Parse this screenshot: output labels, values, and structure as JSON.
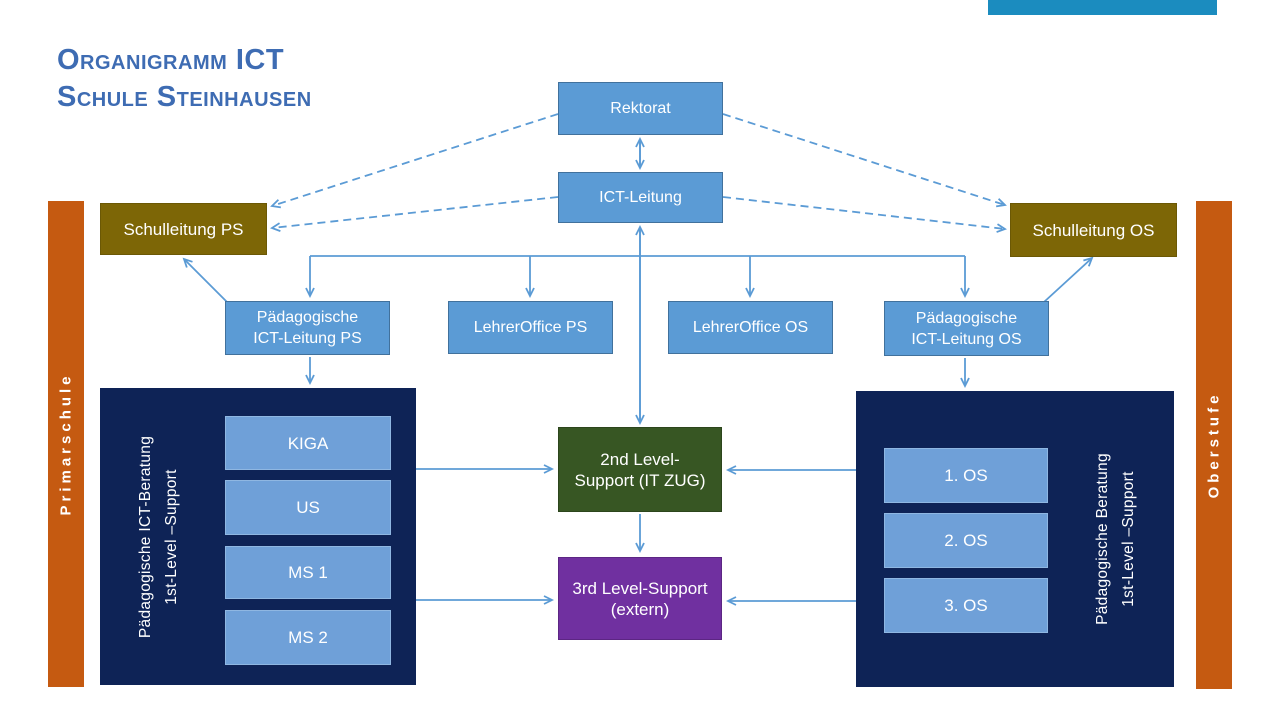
{
  "title": {
    "line1": "Organigramm ICT",
    "line2": "Schule Steinhausen"
  },
  "colors": {
    "title_blue": "#3E6CB3",
    "box_blue": "#5B9BD5",
    "box_blue_border": "#41719C",
    "inner_box_blue": "#6FA0D8",
    "olive": "#7D6606",
    "navy": "#0E2356",
    "green": "#375623",
    "purple": "#7030A0",
    "orange": "#C55A11",
    "teal_accent_bar": "#1B8CBF",
    "arrow_blue": "#5B9BD5"
  },
  "nodes": {
    "rektorat": {
      "label": "Rektorat"
    },
    "ict_leitung": {
      "label": "ICT-Leitung"
    },
    "schulleitung_ps": {
      "label": "Schulleitung PS"
    },
    "schulleitung_os": {
      "label": "Schulleitung OS"
    },
    "paed_ict_leitung_ps": {
      "line1": "Pädagogische",
      "line2": "ICT-Leitung PS"
    },
    "lehreroffice_ps": {
      "label": "LehrerOffice PS"
    },
    "lehreroffice_os": {
      "label": "LehrerOffice OS"
    },
    "paed_ict_leitung_os": {
      "line1": "Pädagogische",
      "line2": "ICT-Leitung OS"
    },
    "second_level_support": {
      "line1": "2nd Level-",
      "line2": "Support (IT ZUG)"
    },
    "third_level_support": {
      "line1": "3rd Level-Support",
      "line2": "(extern)"
    }
  },
  "groups": {
    "primarschule_block": {
      "label_line1": "Pädagogische ICT-Beratung",
      "label_line2": "1st-Level –Support",
      "items": [
        "KIGA",
        "US",
        "MS 1",
        "MS 2"
      ]
    },
    "oberstufe_block": {
      "label_line1": "Pädagogische Beratung",
      "label_line2": "1st-Level –Support",
      "items": [
        "1. OS",
        "2. OS",
        "3. OS"
      ]
    }
  },
  "sidebars": {
    "left": "Primarschule",
    "right": "Oberstufe"
  }
}
